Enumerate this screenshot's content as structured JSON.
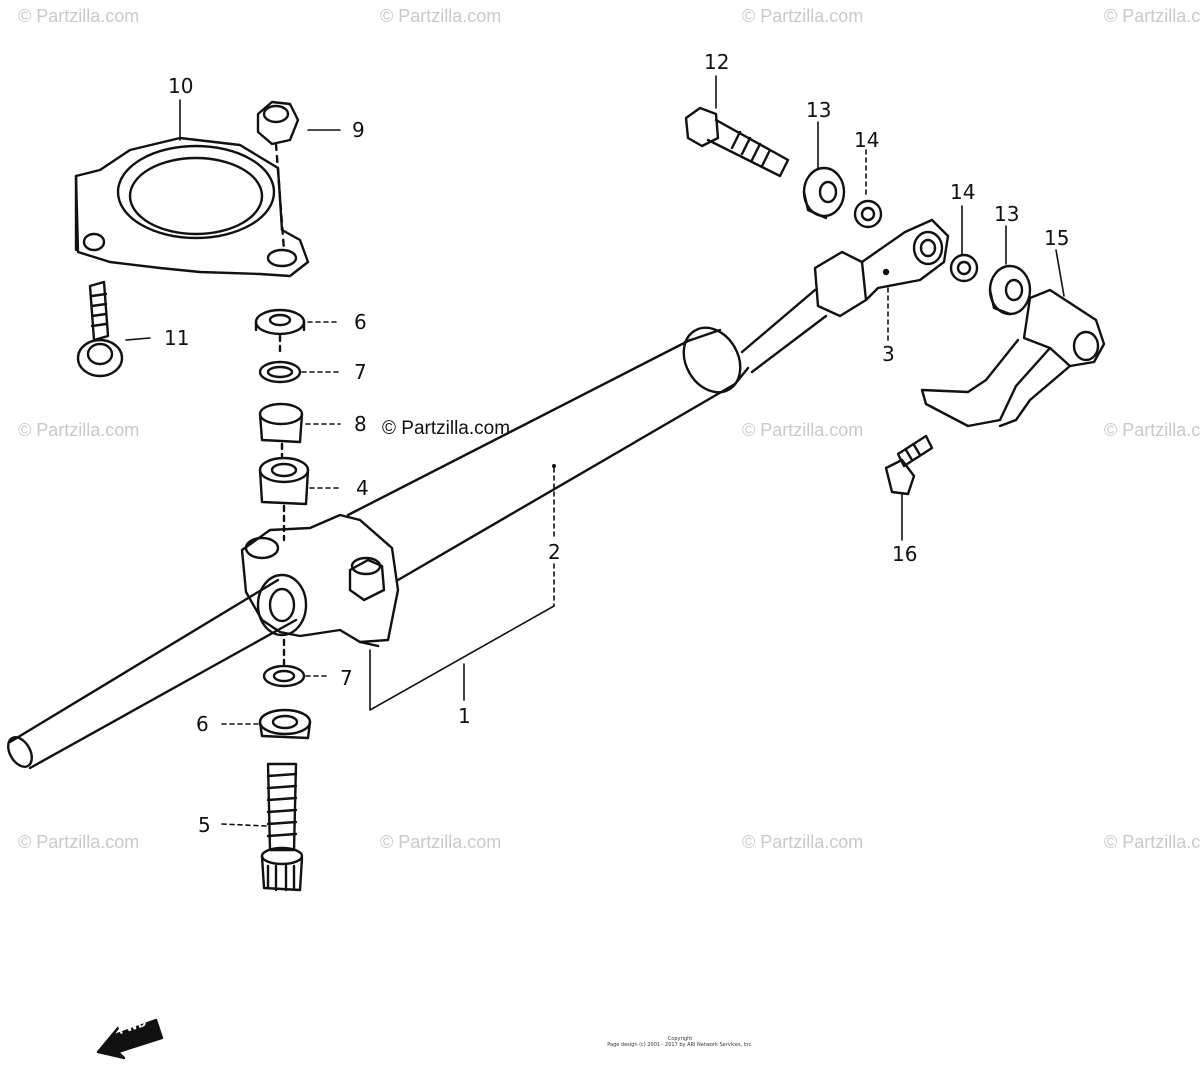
{
  "watermark": "© Partzilla.com",
  "callouts": {
    "c1": "1",
    "c2": "2",
    "c3": "3",
    "c4": "4",
    "c5": "5",
    "c6a": "6",
    "c6b": "6",
    "c7a": "7",
    "c7b": "7",
    "c8": "8",
    "c9": "9",
    "c10": "10",
    "c11": "11",
    "c12": "12",
    "c13a": "13",
    "c13b": "13",
    "c14a": "14",
    "c14b": "14",
    "c15": "15",
    "c16": "16"
  },
  "fwd_label": "FWD",
  "footer": {
    "line1": "Copyright",
    "line2": "Page design (c) 2001 - 2017 by ARI Network Services, Inc."
  },
  "colors": {
    "ink": "#111111",
    "watermark": "#c9c9c9",
    "background": "#ffffff"
  }
}
